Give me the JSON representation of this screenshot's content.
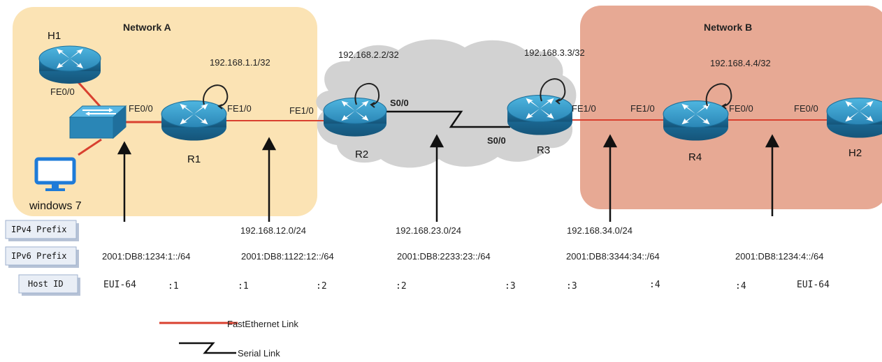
{
  "networks": {
    "a": {
      "label": "Network A",
      "color": "#fbe3b4"
    },
    "b": {
      "label": "Network B",
      "color": "#e7a994"
    }
  },
  "nodes": {
    "h1": "H1",
    "r1": "R1",
    "r2": "R2",
    "r3": "R3",
    "r4": "R4",
    "h2": "H2",
    "pc": "windows 7"
  },
  "loopbacks": {
    "r1": "192.168.1.1/32",
    "r2": "192.168.2.2/32",
    "r3": "192.168.3.3/32",
    "r4": "192.168.4.4/32"
  },
  "interfaces": {
    "h1_fe00": "FE0/0",
    "r1_fe00": "FE0/0",
    "r1_fe10": "FE1/0",
    "r2_fe10": "FE1/0",
    "r2_s00": "S0/0",
    "r3_s00": "S0/0",
    "r3_fe10": "FE1/0",
    "r4_fe10": "FE1/0",
    "r4_fe00": "FE0/0",
    "h2_fe00": "FE0/0"
  },
  "row_labels": {
    "ipv4": "IPv4 Prefix",
    "ipv6": "IPv6 Prefix",
    "host": "Host ID"
  },
  "ipv4_prefixes": [
    "192.168.12.0/24",
    "192.168.23.0/24",
    "192.168.34.0/24"
  ],
  "ipv6_prefixes": [
    "2001:DB8:1234:1::/64",
    "2001:DB8:1122:12::/64",
    "2001:DB8:2233:23::/64",
    "2001:DB8:3344:34::/64",
    "2001:DB8:1234:4::/64"
  ],
  "host_ids": [
    "EUI-64",
    ":1",
    ":1",
    ":2",
    ":2",
    ":3",
    ":3",
    ":4",
    ":4",
    "EUI-64"
  ],
  "legend": {
    "fast": "FastEthernet Link",
    "serial": "Serial Link"
  },
  "colors": {
    "fast_link": "#d9402f",
    "serial_link": "#111111",
    "router": "#2f8fbf",
    "cloud": "#d2d2d2"
  }
}
